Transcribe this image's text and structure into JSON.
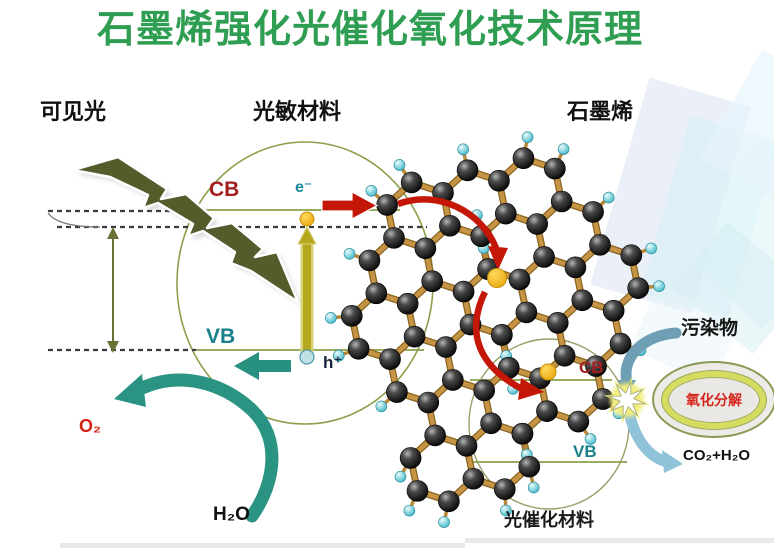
{
  "title": "石墨烯强化光催化氧化技术原理",
  "labels": {
    "visible_light": "可见光",
    "photosensitive_material": "光敏材料",
    "graphene": "石墨烯",
    "photocatalytic_material": "光催化材料",
    "pollutant": "污染物",
    "oxidative_decomposition": "氧化分解",
    "cb": "CB",
    "vb": "VB",
    "electron": "e⁻",
    "hole": "h⁺",
    "o2": "O₂",
    "h2o": "H₂O",
    "co2_h2o": "CO₂+H₂O"
  },
  "colors": {
    "title_green": "#2f9e52",
    "lightning_olive": "#565b2c",
    "band_line_olive": "#8aa04a",
    "electron_arrow_red": "#c41708",
    "hole_arrow_teal": "#2a9382",
    "electron_dot_gold": "#f2b71e",
    "cb_label_red": "#a31f1f",
    "vb_label_teal": "#19808a",
    "pollutant_arrow_steelblue": "#6f9fb5",
    "product_arrow_lightblue": "#8fc3d9",
    "graphene_bond_tan": "#b8883a",
    "hydrogen_cyan": "#56c8d8"
  }
}
